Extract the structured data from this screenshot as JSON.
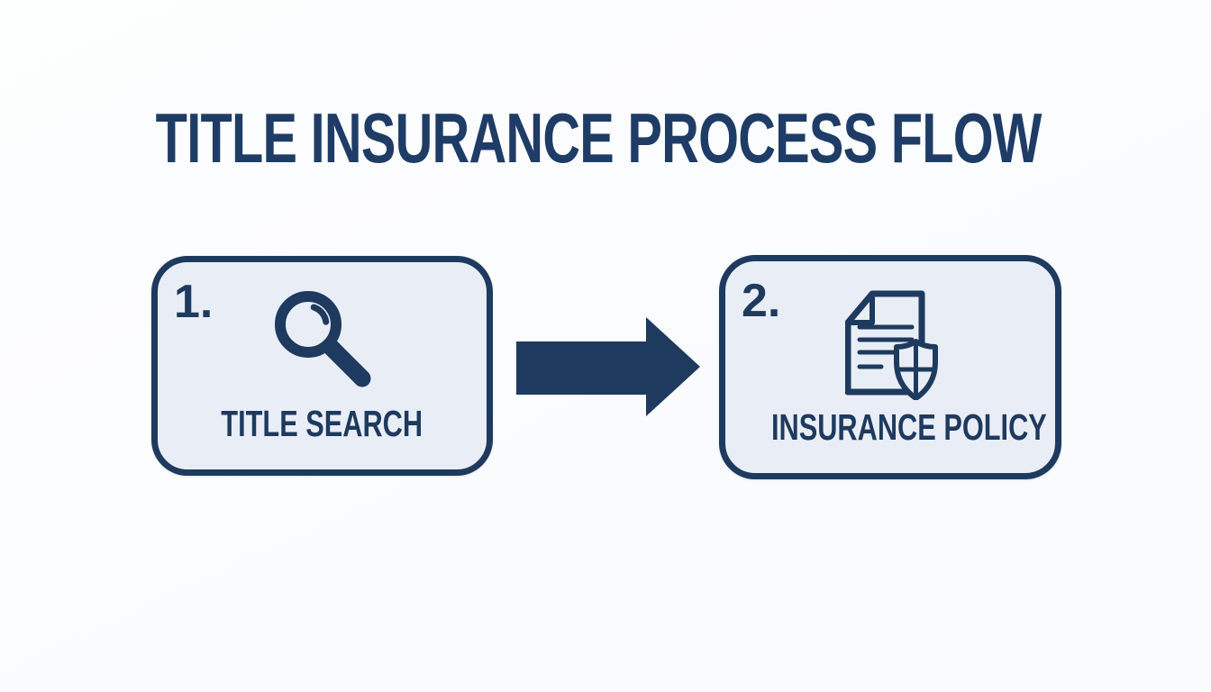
{
  "title": "TITLE INSURANCE PROCESS FLOW",
  "flow": {
    "steps": [
      {
        "number": "1.",
        "label": "TITLE SEARCH",
        "icon": "magnifier-icon"
      },
      {
        "number": "2.",
        "label": "INSURANCE POLICY",
        "icon": "document-shield-icon"
      }
    ],
    "connector": "arrow-right"
  },
  "colors": {
    "navy": "#1e3a5e",
    "title_navy": "#1e3c66",
    "box_fill": "#e9eef6",
    "background": "#fcfdfe"
  }
}
